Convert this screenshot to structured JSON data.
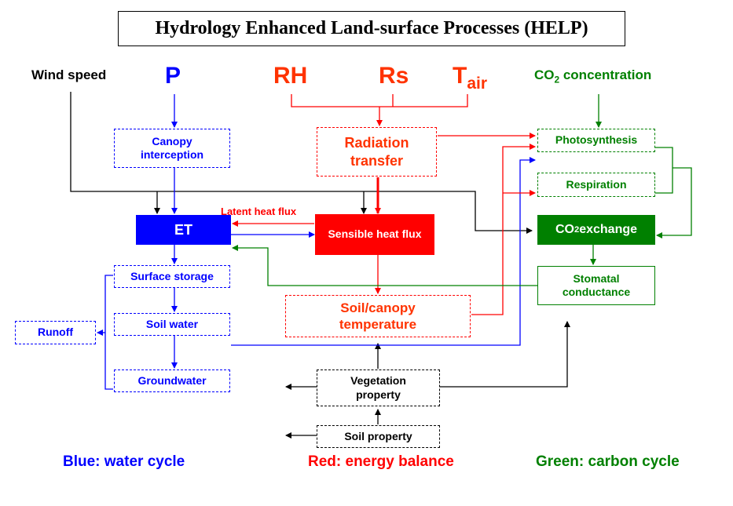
{
  "title": "Hydrology Enhanced Land-surface Processes (HELP)",
  "inputs": {
    "wind_speed": "Wind speed",
    "precip": "P",
    "rh": "RH",
    "rs": "Rs",
    "tair_main": "T",
    "tair_sub": "air",
    "co2_main": "CO",
    "co2_sub": "2",
    "co2_rest": " concentration"
  },
  "boxes": {
    "canopy_interception": "Canopy interception",
    "et": "ET",
    "surface_storage": "Surface storage",
    "soil_water": "Soil water",
    "groundwater": "Groundwater",
    "runoff": "Runoff",
    "radiation_transfer": "Radiation transfer",
    "sensible_heat_flux": "Sensible heat flux",
    "soil_canopy_temperature": "Soil/canopy temperature",
    "vegetation_property": "Vegetation property",
    "soil_property": "Soil property",
    "photosynthesis": "Photosynthesis",
    "respiration": "Respiration",
    "co2_exchange_main": "CO",
    "co2_exchange_sub": "2",
    "co2_exchange_rest": " exchange",
    "stomatal_conductance": "Stomatal conductance"
  },
  "edge_labels": {
    "latent_heat_flux": "Latent heat flux"
  },
  "legend": {
    "blue": "Blue: water cycle",
    "red": "Red: energy balance",
    "green": "Green: carbon cycle"
  },
  "colors": {
    "water": "#0000ff",
    "energy": "#ff0000",
    "energy_text": "#ff3300",
    "carbon": "#008000",
    "neutral": "#000000"
  }
}
